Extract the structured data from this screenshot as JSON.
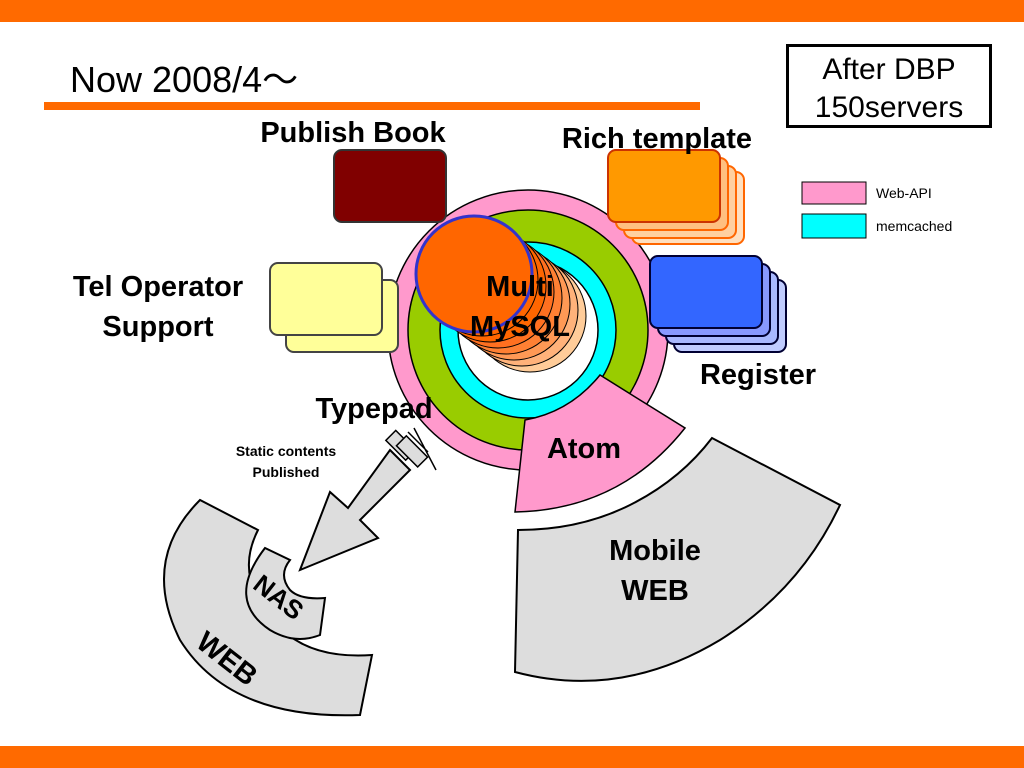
{
  "slide": {
    "title": "Now 2008/4～",
    "box_line1": "After DBP",
    "box_line2": "150servers"
  },
  "legend": [
    {
      "label": "Web-API",
      "color": "#ff99cc"
    },
    {
      "label": "memcached",
      "color": "#00ffff"
    }
  ],
  "labels": {
    "publish_book": "Publish Book",
    "rich_template": "Rich template",
    "tel_operator_1": "Tel Operator",
    "tel_operator_2": "Support",
    "multi": "Multi",
    "mysql": "MySQL",
    "register": "Register",
    "typepad": "Typepad",
    "atom": "Atom",
    "static_1": "Static contents",
    "static_2": "Published",
    "mobile_1": "Mobile",
    "mobile_2": "WEB",
    "nas": "NAS",
    "web": "WEB"
  },
  "colors": {
    "accent_bar": "#ff6a00",
    "web_api_ring": "#ff99cc",
    "green_ring": "#99cc00",
    "memcached_ring": "#00ffff",
    "mysql_disc": "#ff6600",
    "publish_book": "#800000",
    "rich_template": "#ff9900",
    "register": "#3366ff",
    "tel_operator": "#ffff99",
    "gray_sector": "#dddddd"
  }
}
